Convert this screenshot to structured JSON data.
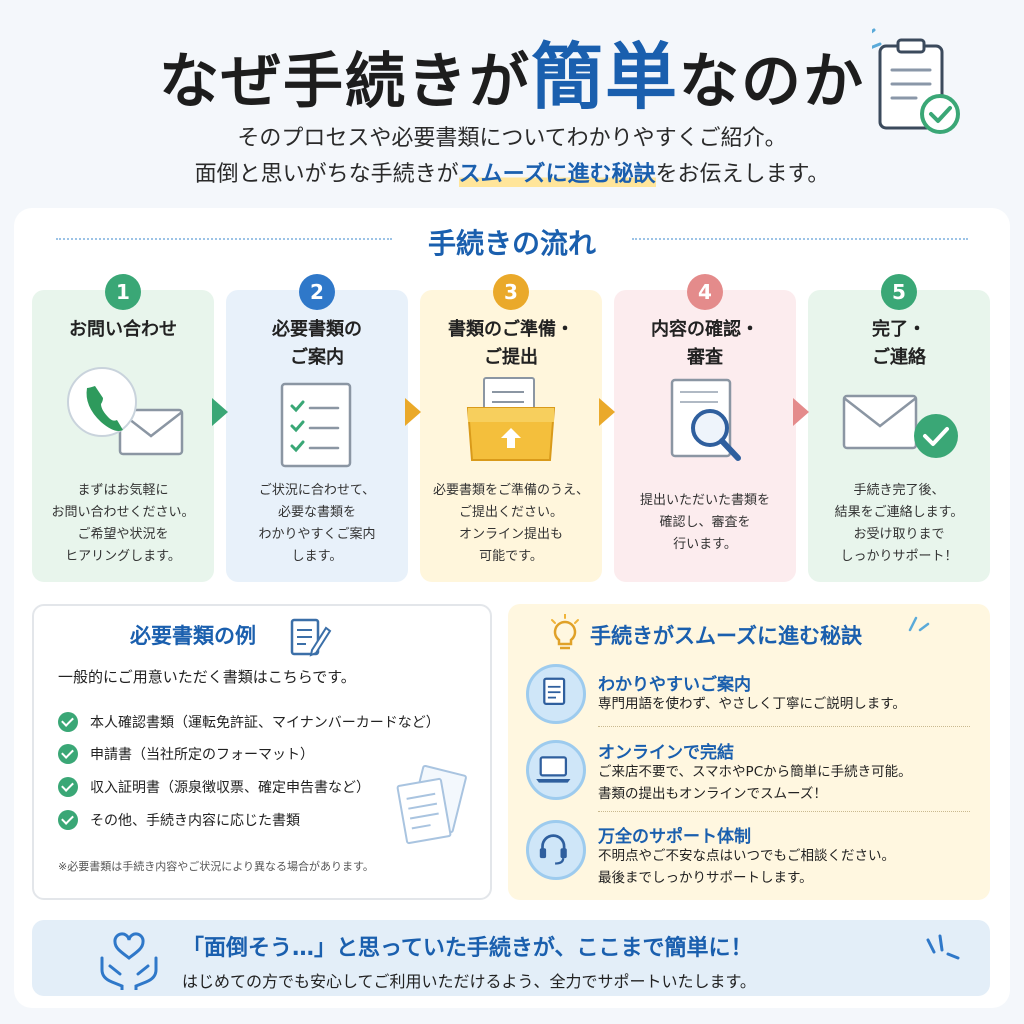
{
  "header": {
    "title_before": "なぜ手続きが",
    "title_accent": "簡単",
    "title_after": "なのか",
    "subtitle1": "そのプロセスや必要書類についてわかりやすくご紹介。",
    "subtitle2_before": "面倒と思いがちな手続きが",
    "subtitle2_highlight": "スムーズに進む秘訣",
    "subtitle2_after": "をお伝えします。"
  },
  "flow": {
    "title": "手続きの流れ",
    "steps": [
      {
        "num": "1",
        "title": "お問い合わせ",
        "desc": "まずはお気軽に\nお問い合わせください。\nご希望や状況を\nヒアリングします。",
        "color": "#3aa776",
        "bg": "#e8f5ec"
      },
      {
        "num": "2",
        "title": "必要書類の\nご案内",
        "desc": "ご状況に合わせて、\n必要な書類を\nわかりやすくご案内\nします。",
        "color": "#2f78c9",
        "bg": "#e8f1fa"
      },
      {
        "num": "3",
        "title": "書類のご準備・\nご提出",
        "desc": "必要書類をご準備のうえ、\nご提出ください。\nオンライン提出も\n可能です。",
        "color": "#eaa92a",
        "bg": "#fff6dc"
      },
      {
        "num": "4",
        "title": "内容の確認・\n審査",
        "desc": "提出いただいた書類を\n確認し、審査を\n行います。",
        "color": "#e48b8b",
        "bg": "#fcecee"
      },
      {
        "num": "5",
        "title": "完了・\nご連絡",
        "desc": "手続き完了後、\n結果をご連絡します。\nお受け取りまで\nしっかりサポート！",
        "color": "#3aa776",
        "bg": "#e8f5ec"
      }
    ]
  },
  "documents": {
    "title": "必要書類の例",
    "intro": "一般的にご用意いただく書類はこちらです。",
    "items": [
      "本人確認書類（運転免許証、マイナンバーカードなど）",
      "申請書（当社所定のフォーマット）",
      "収入証明書（源泉徴収票、確定申告書など）",
      "その他、手続き内容に応じた書類"
    ],
    "note": "※必要書類は手続き内容やご状況により異なる場合があります。"
  },
  "tips": {
    "title": "手続きがスムーズに進む秘訣",
    "items": [
      {
        "head": "わかりやすいご案内",
        "text": "専門用語を使わず、やさしく丁寧にご説明します。"
      },
      {
        "head": "オンラインで完結",
        "text": "ご来店不要で、スマホやPCから簡単に手続き可能。\n書類の提出もオンラインでスムーズ！"
      },
      {
        "head": "万全のサポート体制",
        "text": "不明点やご不安な点はいつでもご相談ください。\n最後までしっかりサポートします。"
      }
    ]
  },
  "banner": {
    "head": "「面倒そう…」と思っていた手続きが、ここまで簡単に！",
    "text": "はじめての方でも安心してご利用いただけるよう、全力でサポートいたします。"
  }
}
